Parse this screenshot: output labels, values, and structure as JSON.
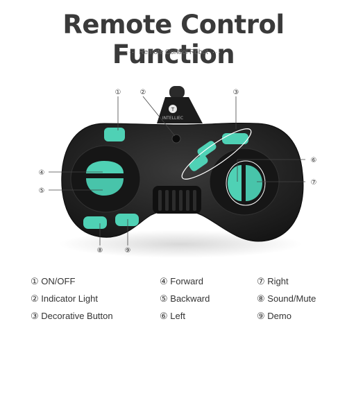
{
  "header": {
    "title": "Remote Control Function",
    "subtitle": "Remote Control Robot"
  },
  "device": {
    "brand": "INTELLIEC",
    "accent_color": "#4fd1b5",
    "body_color": "#1e1e1e"
  },
  "callouts": [
    "①",
    "②",
    "③",
    "④",
    "⑤",
    "⑥",
    "⑦",
    "⑧",
    "⑨"
  ],
  "legend": [
    {
      "num": "①",
      "label": "ON/OFF"
    },
    {
      "num": "②",
      "label": "Indicator Light"
    },
    {
      "num": "③",
      "label": "Decorative Button"
    },
    {
      "num": "④",
      "label": "Forward"
    },
    {
      "num": "⑤",
      "label": "Backward"
    },
    {
      "num": "⑥",
      "label": "Left"
    },
    {
      "num": "⑦",
      "label": "Right"
    },
    {
      "num": "⑧",
      "label": "Sound/Mute"
    },
    {
      "num": "⑨",
      "label": "Demo"
    }
  ]
}
